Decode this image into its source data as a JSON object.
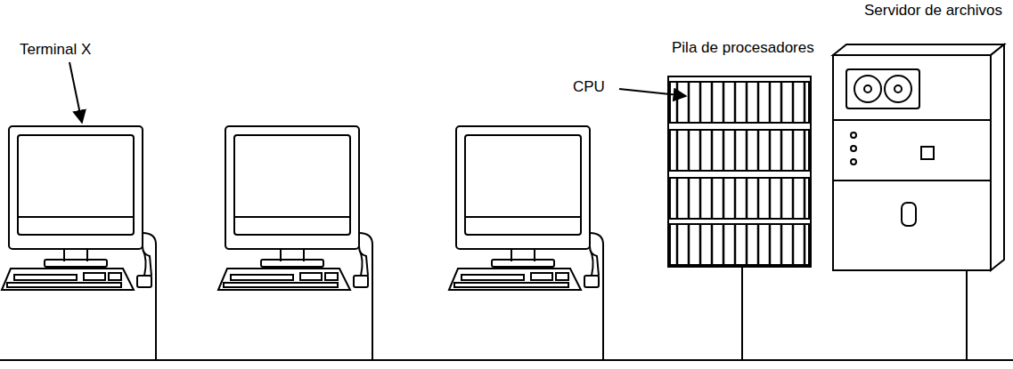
{
  "diagram": {
    "nodes": [
      {
        "text": [
          "Pila de procesadores"
        ]
      },
      {
        "text": [
          "Servidor de archivos"
        ]
      }
    ],
    "edges": [
      {
        "from": 0,
        "to": 1,
        "arrow": "none"
      }
    ],
    "labels": [
      "Terminal X",
      "CPU"
    ]
  }
}
